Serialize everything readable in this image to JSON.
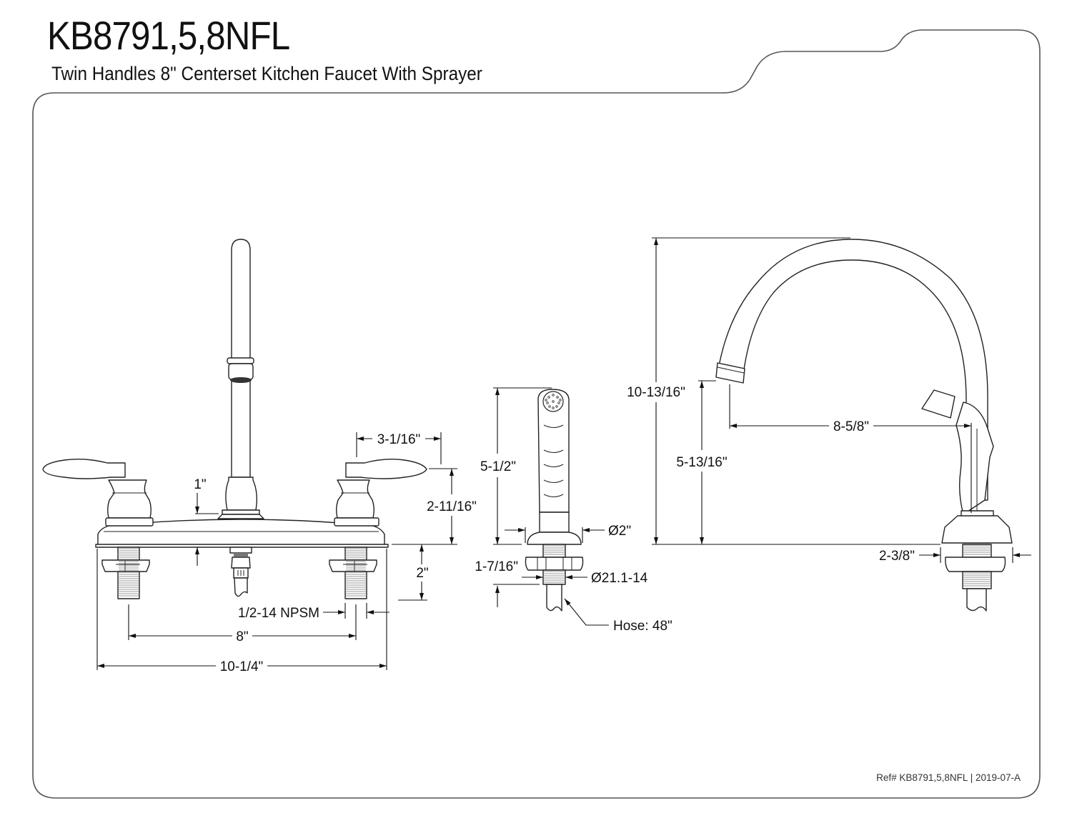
{
  "header": {
    "title": "KB8791,5,8NFL",
    "subtitle": "Twin Handles 8\" Centerset Kitchen Faucet With Sprayer"
  },
  "footer": {
    "reference": "Ref# KB8791,5,8NFL | 2019-07-A"
  },
  "views": {
    "front": {
      "dimensions": {
        "handle_width": "3-1/16\"",
        "deck_height": "1\"",
        "handle_height": "2-11/16\"",
        "shank_length": "2\"",
        "thread_spec": "1/2-14 NPSM",
        "center_spacing": "8\"",
        "overall_width": "10-1/4\""
      }
    },
    "sprayer": {
      "dimensions": {
        "height": "5-1/2\"",
        "base_diameter": "Ø2\"",
        "shank_length": "1-7/16\"",
        "thread_spec": "Ø21.1-14",
        "hose_length": "Hose: 48\""
      }
    },
    "side": {
      "dimensions": {
        "overall_height": "10-13/16\"",
        "spout_clearance": "5-13/16\"",
        "spout_reach": "8-5/8\"",
        "base_width": "2-3/8\""
      }
    }
  }
}
